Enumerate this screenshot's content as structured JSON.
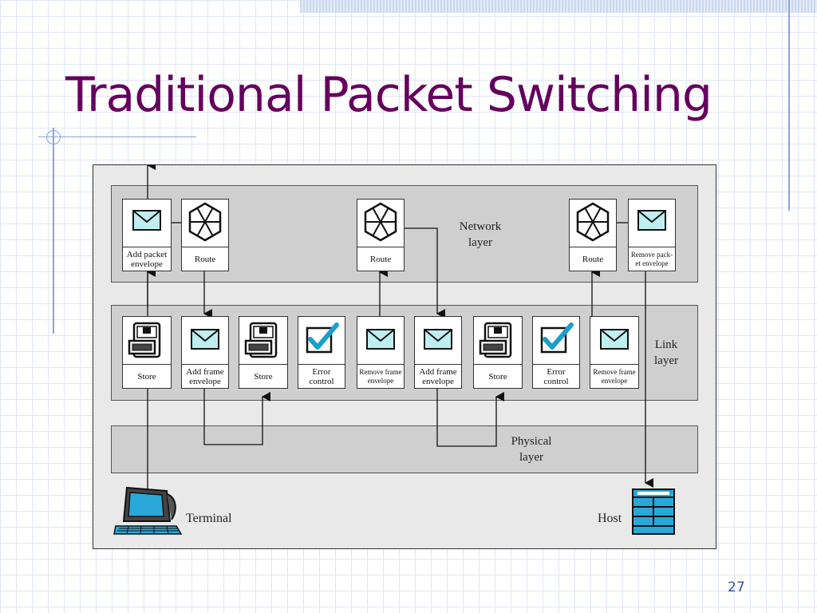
{
  "slide": {
    "title": "Traditional Packet Switching",
    "page_number": "27"
  },
  "diagram": {
    "layers": {
      "network": "Network\nlayer",
      "link": "Link\nlayer",
      "physical": "Physical\nlayer"
    },
    "network_boxes": [
      {
        "icon": "envelope-icon",
        "label": "Add packet\nenvelope"
      },
      {
        "icon": "router-icon",
        "label": "Route"
      },
      {
        "icon": "router-icon",
        "label": "Route"
      },
      {
        "icon": "router-icon",
        "label": "Route"
      },
      {
        "icon": "envelope-icon",
        "label": "Remove pack-\net envelope"
      }
    ],
    "link_boxes": [
      {
        "icon": "store-icon",
        "label": "Store"
      },
      {
        "icon": "envelope-icon",
        "label": "Add frame\nenvelope"
      },
      {
        "icon": "store-icon",
        "label": "Store"
      },
      {
        "icon": "checkmark-icon",
        "label": "Error\ncontrol"
      },
      {
        "icon": "envelope-icon",
        "label": "Remove frame\nenvelope"
      },
      {
        "icon": "envelope-icon",
        "label": "Add frame\nenvelope"
      },
      {
        "icon": "store-icon",
        "label": "Store"
      },
      {
        "icon": "checkmark-icon",
        "label": "Error\ncontrol"
      },
      {
        "icon": "envelope-icon",
        "label": "Remove frame\nenvelope"
      }
    ],
    "devices": {
      "terminal": "Terminal",
      "host": "Host"
    },
    "colors": {
      "title": "#66005e",
      "icon_fill": "#bfeef0",
      "check": "#1aa0c8",
      "host": "#2aa8d8"
    }
  }
}
